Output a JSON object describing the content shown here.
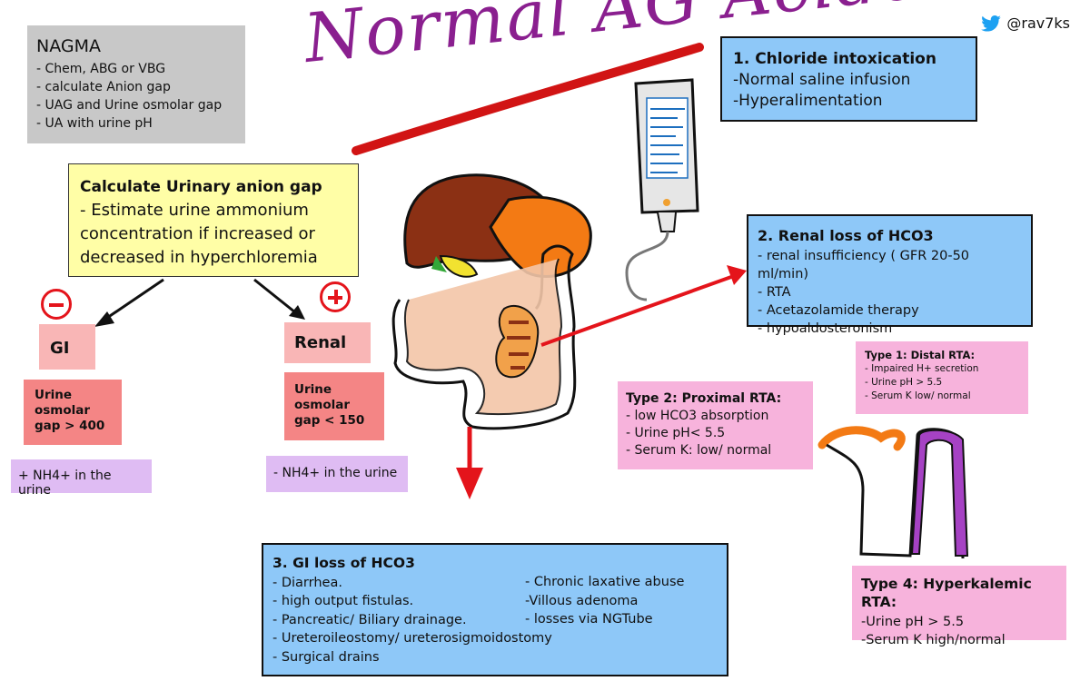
{
  "title": "Normal AG Acidosis",
  "handle": "@rav7ks",
  "nagma": {
    "heading": "NAGMA",
    "items": [
      "- Chem, ABG or VBG",
      "- calculate Anion gap",
      "- UAG and Urine osmolar gap",
      "- UA with urine pH"
    ]
  },
  "uag": {
    "heading": "Calculate Urinary anion gap",
    "body": "- Estimate urine ammonium concentration if increased or decreased in hyperchloremia"
  },
  "gi_branch": {
    "label": "GI",
    "osmolar": "Urine osmolar gap > 400",
    "nh4": "+ NH4+ in the urine"
  },
  "renal_branch": {
    "label": "Renal",
    "osmolar": "Urine osmolar gap < 150",
    "nh4": "- NH4+ in the urine"
  },
  "chloride": {
    "heading": "1. Chloride intoxication",
    "items": [
      "-Normal saline infusion",
      "-Hyperalimentation"
    ]
  },
  "renal_loss": {
    "heading": "2. Renal loss of HCO3",
    "items": [
      "- renal insufficiency ( GFR 20-50 ml/min)",
      "- RTA",
      "- Acetazolamide therapy",
      "- hypoaldosteronism"
    ]
  },
  "gi_loss": {
    "heading": "3. GI loss of HCO3",
    "col1": [
      "- Diarrhea.",
      "- high output fistulas.",
      "- Pancreatic/ Biliary drainage.",
      "- Ureteroileostomy/ ureterosigmoidostomy",
      "- Surgical drains"
    ],
    "col2": [
      "- Chronic laxative abuse",
      "-Villous adenoma",
      "- losses via NGTube"
    ]
  },
  "type1": {
    "heading": "Type 1: Distal RTA:",
    "items": [
      "- Impaired H+ secretion",
      "- Urine pH > 5.5",
      "- Serum K low/ normal"
    ]
  },
  "type2": {
    "heading": "Type 2: Proximal RTA:",
    "items": [
      "- low HCO3 absorption",
      "- Urine pH< 5.5",
      "- Serum K: low/ normal"
    ]
  },
  "type4": {
    "heading": "Type 4: Hyperkalemic RTA:",
    "items": [
      "-Urine pH > 5.5",
      "-Serum K high/normal"
    ]
  },
  "colors": {
    "title": "#8a1f8f",
    "arrow_red": "#e4141b",
    "blue_box": "#8ec8f8",
    "pink_box": "#f7b3dc",
    "yellow_box": "#fffea6",
    "grey_box": "#c8c8c8",
    "salmon_box": "#f48585",
    "lavender_box": "#dfbcf3"
  }
}
